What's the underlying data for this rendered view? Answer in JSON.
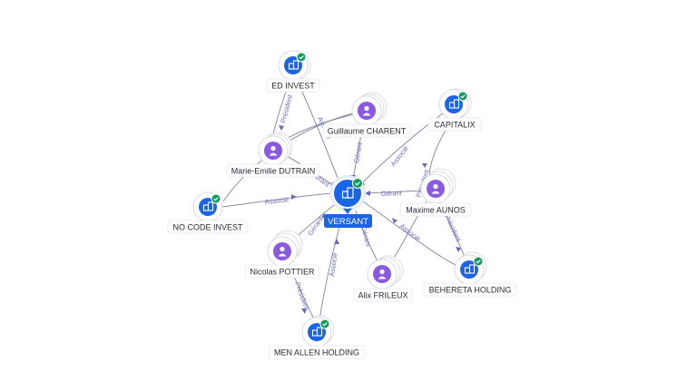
{
  "graph": {
    "center": {
      "label": "VERSANT"
    },
    "nodes": {
      "ed_invest": {
        "label": "ED INVEST",
        "type": "company"
      },
      "guillaume": {
        "label": "Guillaume CHARENT",
        "type": "person"
      },
      "capitalix": {
        "label": "CAPITALIX",
        "type": "company"
      },
      "marie": {
        "label": "Marie-Emilie DUTRAIN",
        "type": "person"
      },
      "maxime": {
        "label": "Maxime AUNOS",
        "type": "person"
      },
      "nocode": {
        "label": "NO CODE INVEST",
        "type": "company"
      },
      "nicolas": {
        "label": "Nicolas POTTIER",
        "type": "person"
      },
      "alix": {
        "label": "Alix FRILEUX",
        "type": "person"
      },
      "behereta": {
        "label": "BEHERETA HOLDING",
        "type": "company"
      },
      "menallen": {
        "label": "MEN ALLEN HOLDING",
        "type": "company"
      }
    },
    "edge_labels": {
      "ed_president": "Président",
      "ed_associe": "Associé",
      "guillaume_gerant": "Gérant",
      "capitalix_associe": "Associé",
      "marie_gerant": "Gérant",
      "nocode_associe": "Associé",
      "maxime_gerant": "Gérant",
      "capitalix_president": "Président",
      "nicolas_gerant": "Gérant",
      "menallen_associe": "Associé",
      "nicolas_president": "Président",
      "alix_gerant": "Gérant",
      "behereta_associe": "Associé",
      "maxime_president": "Président"
    },
    "icons": {
      "company": "building-icon",
      "person": "person-icon",
      "verified": "check-badge-icon"
    },
    "colors": {
      "company": "#1a64e6",
      "person": "#8a5ae0",
      "verified": "#0f9d58",
      "edge": "#8c8ca8",
      "edge_label": "#6a6ac4"
    }
  }
}
